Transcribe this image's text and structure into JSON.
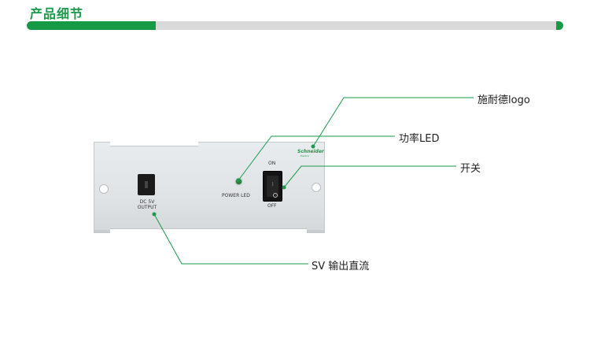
{
  "section": {
    "title": "产品细节"
  },
  "progress": {
    "fraction": 0.24,
    "color": "#169a45",
    "track_color": "#d9d9d9"
  },
  "panel": {
    "dc_label": "DC 5V\nOUTPUT",
    "led_label": "POWER LED",
    "switch_on_label": "ON",
    "switch_off_label": "OFF",
    "brand": "Schneider",
    "brand_sub": "Electric"
  },
  "callouts": {
    "logo": "施耐德logo",
    "led": "功率LED",
    "switch": "开关",
    "output": "SV 输出直流"
  },
  "colors": {
    "accent": "#1a9a4a",
    "leader_line": "#1a9a4a"
  }
}
